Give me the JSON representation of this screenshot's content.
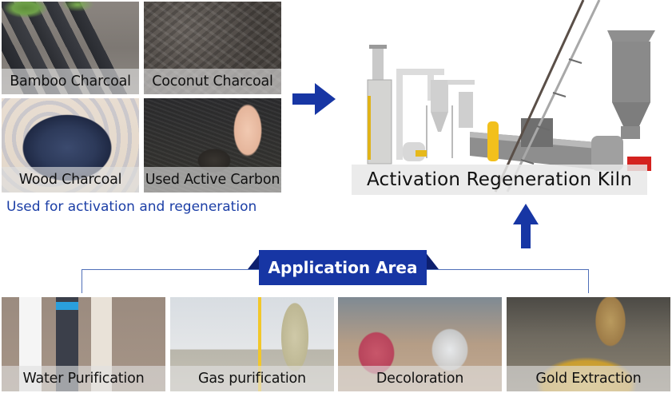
{
  "materials": {
    "items": [
      {
        "label": "Bamboo Charcoal"
      },
      {
        "label": "Coconut Charcoal"
      },
      {
        "label": "Wood Charcoal"
      },
      {
        "label": "Used Active Carbon"
      }
    ],
    "caption": "Used for activation and regeneration"
  },
  "arrows": {
    "right": {
      "icon": "arrow-right-icon",
      "color": "#1736a4"
    },
    "up": {
      "icon": "arrow-up-icon",
      "color": "#1736a4"
    }
  },
  "kiln": {
    "label": "Activation Regeneration Kiln"
  },
  "application": {
    "title": "Application Area",
    "banner_color": "#1736a4",
    "items": [
      {
        "label": "Water Purification"
      },
      {
        "label": "Gas purification"
      },
      {
        "label": "Decoloration"
      },
      {
        "label": "Gold Extraction"
      }
    ]
  }
}
